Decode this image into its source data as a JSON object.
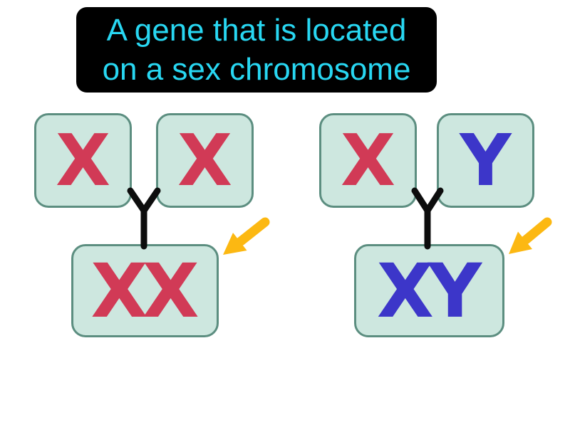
{
  "title": {
    "line1": "A gene that is located",
    "line2": "on a sex chromosome"
  },
  "diagrams": [
    {
      "id": "female-cross",
      "parents": [
        {
          "label": "X",
          "color": "#d13a56"
        },
        {
          "label": "X",
          "color": "#d13a56"
        }
      ],
      "child": {
        "label": "XX",
        "color": "#d13a56"
      }
    },
    {
      "id": "male-cross",
      "parents": [
        {
          "label": "X",
          "color": "#d13a56"
        },
        {
          "label": "Y",
          "color": "#3c36c9"
        }
      ],
      "child": {
        "label": "XY",
        "color": "#3c36c9"
      }
    }
  ],
  "colors": {
    "title_background": "#000000",
    "title_text": "#28d7f2",
    "box_fill": "#cde7df",
    "box_border": "#5c8e80",
    "connector": "#0d0d0d",
    "arrow": "#fcb812",
    "x_chromosome": "#d13a56",
    "y_chromosome": "#3c36c9"
  }
}
